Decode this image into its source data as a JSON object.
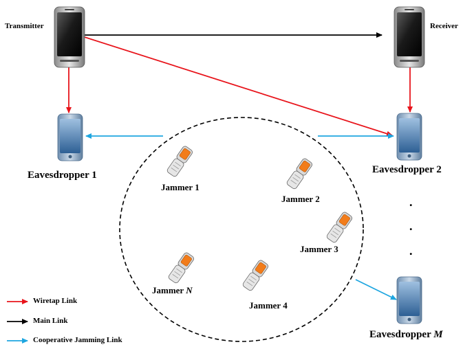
{
  "nodes": {
    "transmitter": "Transmitter",
    "receiver": "Receiver",
    "eve1": "Eavesdropper 1",
    "eve2": "Eavesdropper 2",
    "eveM_prefix": "Eavesdropper ",
    "eveM_var": "M",
    "jammer1": "Jammer 1",
    "jammer2": "Jammer 2",
    "jammer3": "Jammer 3",
    "jammer4": "Jammer 4",
    "jammerN_prefix": "Jammer ",
    "jammerN_var": "N"
  },
  "ellipsis": ".",
  "legend": {
    "wiretap": "Wiretap Link",
    "main": "Main Link",
    "jamming": "Cooperative Jamming Link"
  },
  "colors": {
    "wiretap": "#e8141b",
    "main": "#000000",
    "jamming": "#1ea6e0",
    "jammer_screen": "#f27c1a"
  },
  "icons": {
    "big_phone": "android-smartphone-icon",
    "eavesdropper": "blue-smartphone-icon",
    "jammer": "flip-phone-icon"
  }
}
